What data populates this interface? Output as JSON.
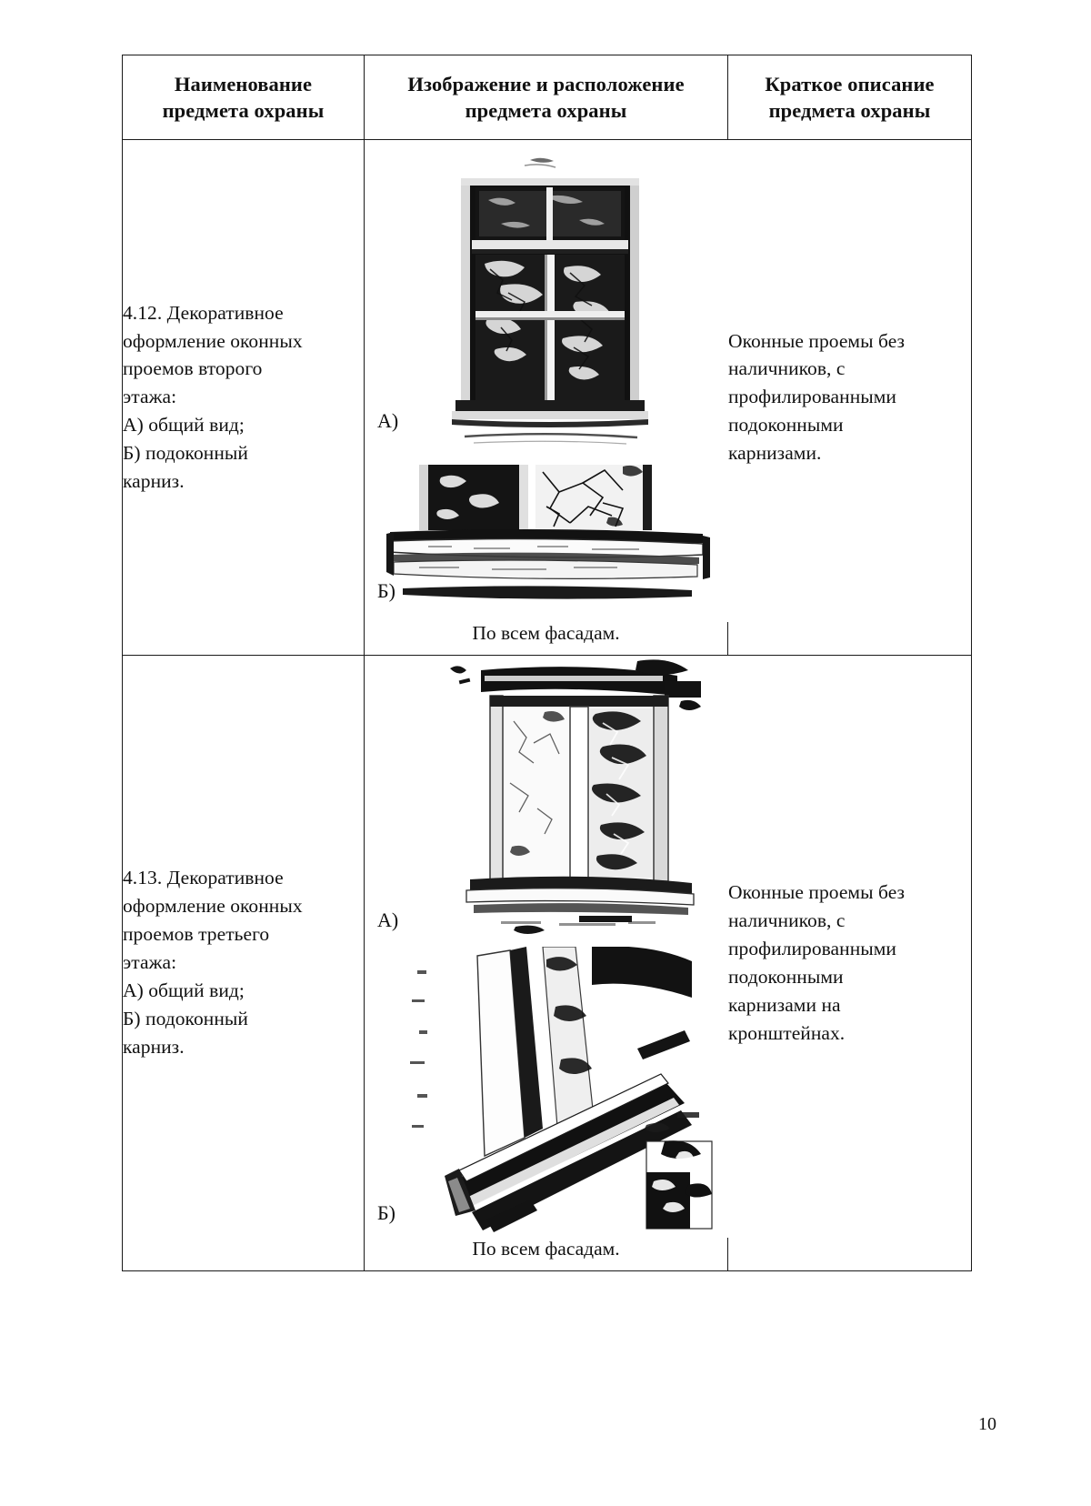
{
  "document": {
    "page_number": "10"
  },
  "table": {
    "headers": {
      "name": "Наименование\nпредмета охраны",
      "image": "Изображение и расположение\nпредмета охраны",
      "description": "Краткое описание\nпредмета охраны"
    },
    "rows": [
      {
        "name": "4.12.  Декоративное\nоформление оконных\nпроемов второго\nэтажа:\nА) общий вид;\nБ) подоконный\nкарниз.",
        "figure_labels": {
          "a": "А)",
          "b": "Б)"
        },
        "caption": "По всем фасадам.",
        "description": "Оконные проемы без\nналичников, с\nпрофилированными\nподоконными\nкарнизами."
      },
      {
        "name": "4.13.  Декоративное\nоформление оконных\nпроемов третьего\nэтажа:\nА) общий вид;\nБ) подоконный\nкарниз.",
        "figure_labels": {
          "a": "А)",
          "b": "Б)"
        },
        "caption": "По всем фасадам.",
        "description": "Оконные проемы без\nналичников, с\nпрофилированными\nподоконными\nкарнизами на\nкронштейнах."
      }
    ]
  },
  "colors": {
    "ink": "#111111",
    "border": "#1a1a1a",
    "paper": "#ffffff"
  }
}
